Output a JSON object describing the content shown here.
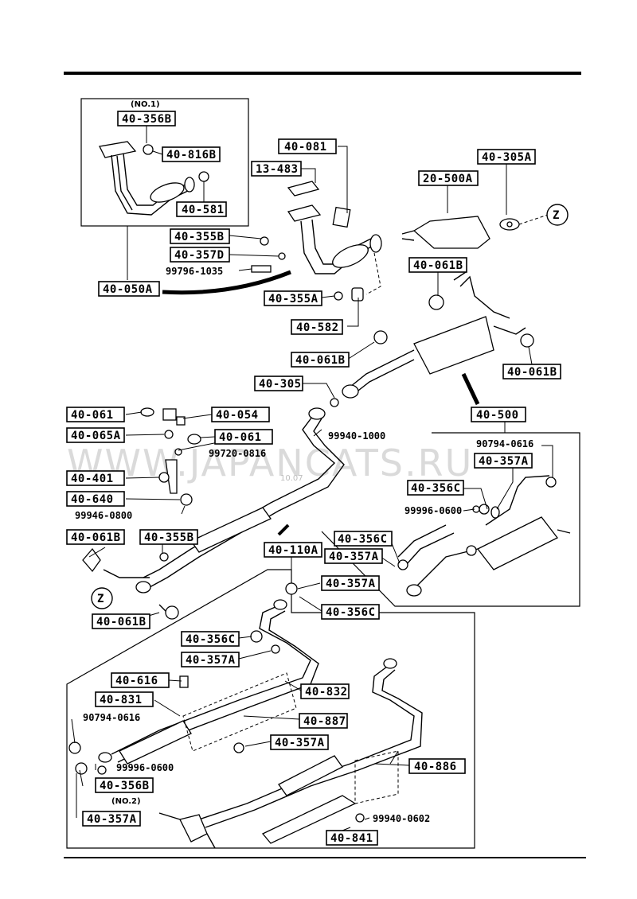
{
  "watermark": {
    "main": "WWW.JAPANCATS.RU",
    "stamp": "10.07"
  },
  "callout_z": "Z",
  "notes": {
    "no1": "(NO.1)",
    "no2": "(NO.2)"
  },
  "labels": [
    {
      "id": "l1",
      "text": "40-356B"
    },
    {
      "id": "l2",
      "text": "40-816B"
    },
    {
      "id": "l3",
      "text": "40-581"
    },
    {
      "id": "l4",
      "text": "40-081"
    },
    {
      "id": "l5",
      "text": "13-483"
    },
    {
      "id": "l6",
      "text": "20-500A"
    },
    {
      "id": "l7",
      "text": "40-305A"
    },
    {
      "id": "l8",
      "text": "40-355B"
    },
    {
      "id": "l9",
      "text": "40-357D"
    },
    {
      "id": "l10",
      "text": "40-050A"
    },
    {
      "id": "l11",
      "text": "40-355A"
    },
    {
      "id": "l12",
      "text": "40-061B"
    },
    {
      "id": "l13",
      "text": "40-582"
    },
    {
      "id": "l14",
      "text": "40-061B"
    },
    {
      "id": "l15",
      "text": "40-061B"
    },
    {
      "id": "l16",
      "text": "40-305"
    },
    {
      "id": "l17",
      "text": "40-500"
    },
    {
      "id": "l18",
      "text": "40-061"
    },
    {
      "id": "l19",
      "text": "40-054"
    },
    {
      "id": "l20",
      "text": "40-065A"
    },
    {
      "id": "l21",
      "text": "40-061"
    },
    {
      "id": "l22",
      "text": "40-357A"
    },
    {
      "id": "l23",
      "text": "40-401"
    },
    {
      "id": "l24",
      "text": "40-356C"
    },
    {
      "id": "l25",
      "text": "40-640"
    },
    {
      "id": "l26",
      "text": "40-061B"
    },
    {
      "id": "l27",
      "text": "40-355B"
    },
    {
      "id": "l28",
      "text": "40-356C"
    },
    {
      "id": "l29",
      "text": "40-110A"
    },
    {
      "id": "l30",
      "text": "40-357A"
    },
    {
      "id": "l31",
      "text": "40-357A"
    },
    {
      "id": "l32",
      "text": "40-061B"
    },
    {
      "id": "l33",
      "text": "40-356C"
    },
    {
      "id": "l34",
      "text": "40-356C"
    },
    {
      "id": "l35",
      "text": "40-357A"
    },
    {
      "id": "l36",
      "text": "40-616"
    },
    {
      "id": "l37",
      "text": "40-832"
    },
    {
      "id": "l38",
      "text": "40-831"
    },
    {
      "id": "l39",
      "text": "40-887"
    },
    {
      "id": "l40",
      "text": "40-357A"
    },
    {
      "id": "l41",
      "text": "40-886"
    },
    {
      "id": "l42",
      "text": "40-356B"
    },
    {
      "id": "l43",
      "text": "40-357A"
    },
    {
      "id": "l44",
      "text": "40-841"
    }
  ],
  "part_numbers": [
    {
      "id": "n1",
      "text": "99796-1035"
    },
    {
      "id": "n2",
      "text": "99940-1000"
    },
    {
      "id": "n3",
      "text": "99720-0816"
    },
    {
      "id": "n4",
      "text": "90794-0616"
    },
    {
      "id": "n5",
      "text": "99946-0800"
    },
    {
      "id": "n6",
      "text": "99996-0600"
    },
    {
      "id": "n7",
      "text": "90794-0616"
    },
    {
      "id": "n8",
      "text": "99996-0600"
    },
    {
      "id": "n9",
      "text": "99940-0602"
    }
  ]
}
